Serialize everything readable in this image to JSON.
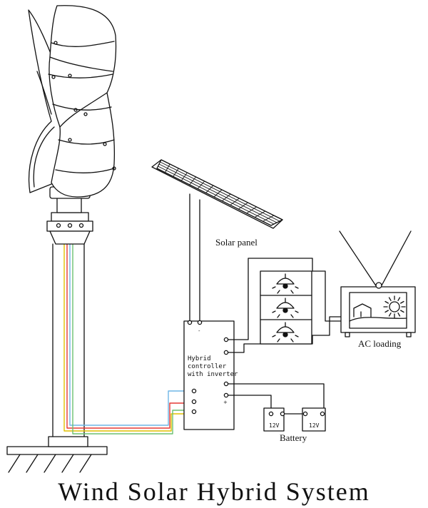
{
  "title": "Wind Solar Hybrid System",
  "labels": {
    "solar_panel": "Solar panel",
    "ac_loading": "AC loading",
    "battery": "Battery",
    "controller_line1": "Hybrid",
    "controller_line2": "controller",
    "controller_line3": "with inverter",
    "battery1_voltage": "12V",
    "battery2_voltage": "12V",
    "plus": "+",
    "minus": "-"
  },
  "colors": {
    "line": "#111111",
    "wire_red": "#e53935",
    "wire_yellow": "#e0c000",
    "wire_blue": "#6fb6e6",
    "wire_green": "#6cc070"
  }
}
